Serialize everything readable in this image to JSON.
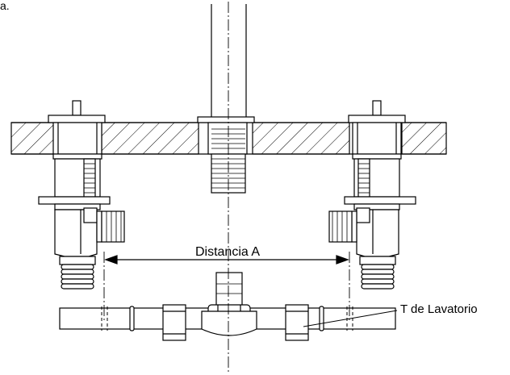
{
  "labels": {
    "corner_mark": "a.",
    "dimension": "Distancia A",
    "tee_callout": "T de Lavatorio"
  }
}
